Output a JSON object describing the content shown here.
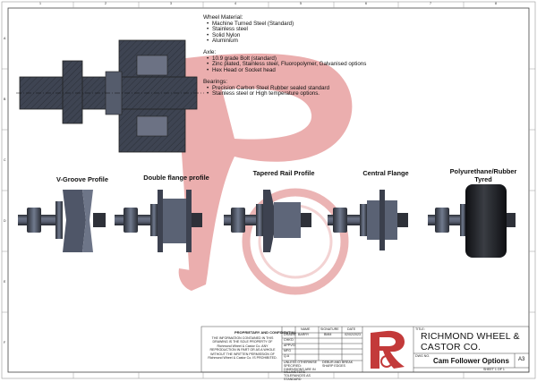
{
  "specs": {
    "wheel_material": {
      "heading": "Wheel Material:",
      "items": [
        "Machine Turned Steel (Standard)",
        "Stainless steel",
        "Solid Nylon",
        "Aluminium"
      ]
    },
    "axle": {
      "heading": "Axle:",
      "items": [
        "10.9 grade Bolt (standard)",
        "Zinc plated, Stainless steel, Fluoropolymer, Galvanised options",
        "Hex Head or Socket head"
      ]
    },
    "bearings": {
      "heading": "Bearings:",
      "items": [
        "Precision Carbon Steel Rubber sealed standard",
        "Stainless steel or High temperature options."
      ]
    }
  },
  "profiles": [
    {
      "label": "V-Groove Profile"
    },
    {
      "label": "Double flange profile"
    },
    {
      "label": "Tapered Rail Profile"
    },
    {
      "label": "Central Flange"
    },
    {
      "label": "Polyurethane/Rubber\nTyred"
    }
  ],
  "title_block": {
    "company_line1": "RICHMOND WHEEL &",
    "company_line2": "CASTOR CO.",
    "drawing_title": "Cam Follower Options",
    "size": "A3",
    "sheet": "SHEET 1 OF 1",
    "proprietary_heading": "PROPRIETARY AND CONFIDENTIAL",
    "proprietary_text": "THE INFORMATION CONTAINED IN THIS DRAWING IS THE SOLE PROPERTY OF Richmond Wheel & Castor Co. ANY REPRODUCTION IN PART OR AS A WHOLE WITHOUT THE WRITTEN PERMISSION OF Richmond Wheel & Castor Co. IS PROHIBITED.",
    "dims_note": "UNLESS OTHERWISE SPECIFIED: DIMENSIONS ARE IN MILLIMETERS TOLERANCES AS STANDARD",
    "debur_note": "DEBUR AND BREAK SHARP EDGES",
    "col_name": "NAME",
    "col_signature": "SIGNATURE",
    "col_date": "DATE",
    "rows": [
      "DRAWN",
      "CHK'D",
      "APPV'D",
      "MFG",
      "Q.A"
    ],
    "drawn_by": "BARRY",
    "drawn_sig": "BMM",
    "date": "02/02/2023",
    "title_label": "TITLE:",
    "dwg_label": "DWG NO."
  },
  "border": {
    "cols": [
      "1",
      "2",
      "3",
      "4",
      "5",
      "6",
      "7",
      "8"
    ],
    "rows": [
      "A",
      "B",
      "C",
      "D",
      "E",
      "F"
    ]
  },
  "colors": {
    "watermark": "#e39a9a",
    "steel": "#4a5264",
    "nylon_dark": "#1c1e24"
  }
}
